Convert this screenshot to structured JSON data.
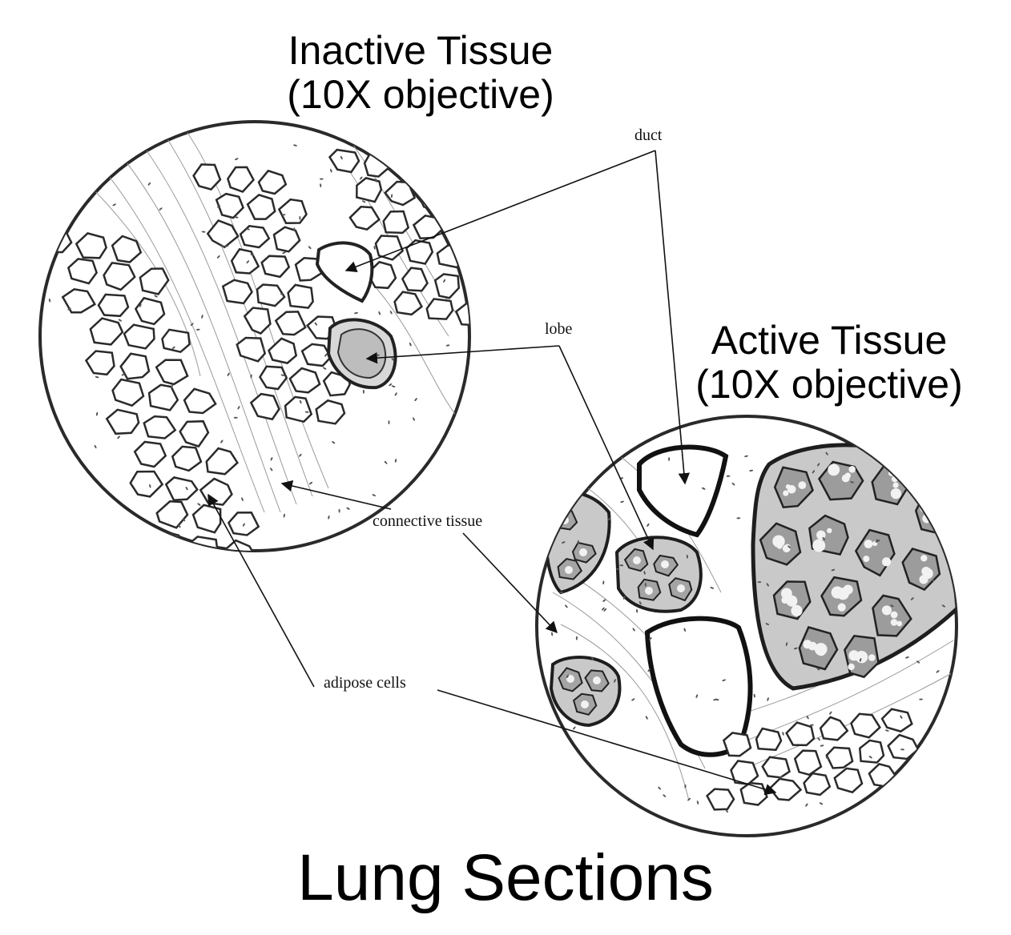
{
  "titles": {
    "inactive": {
      "line1": "Inactive Tissue",
      "line2": "(10X objective)"
    },
    "active": {
      "line1": "Active Tissue",
      "line2": "(10X objective)"
    },
    "main": "Lung Sections"
  },
  "callouts": {
    "duct": "duct",
    "lobe": "lobe",
    "connective": "connective tissue",
    "adipose": "adipose cells"
  },
  "colors": {
    "ink": "#1a1a1a",
    "background": "#ffffff",
    "cell_fill": "#ffffff",
    "stipple": "#8a8a8a"
  }
}
